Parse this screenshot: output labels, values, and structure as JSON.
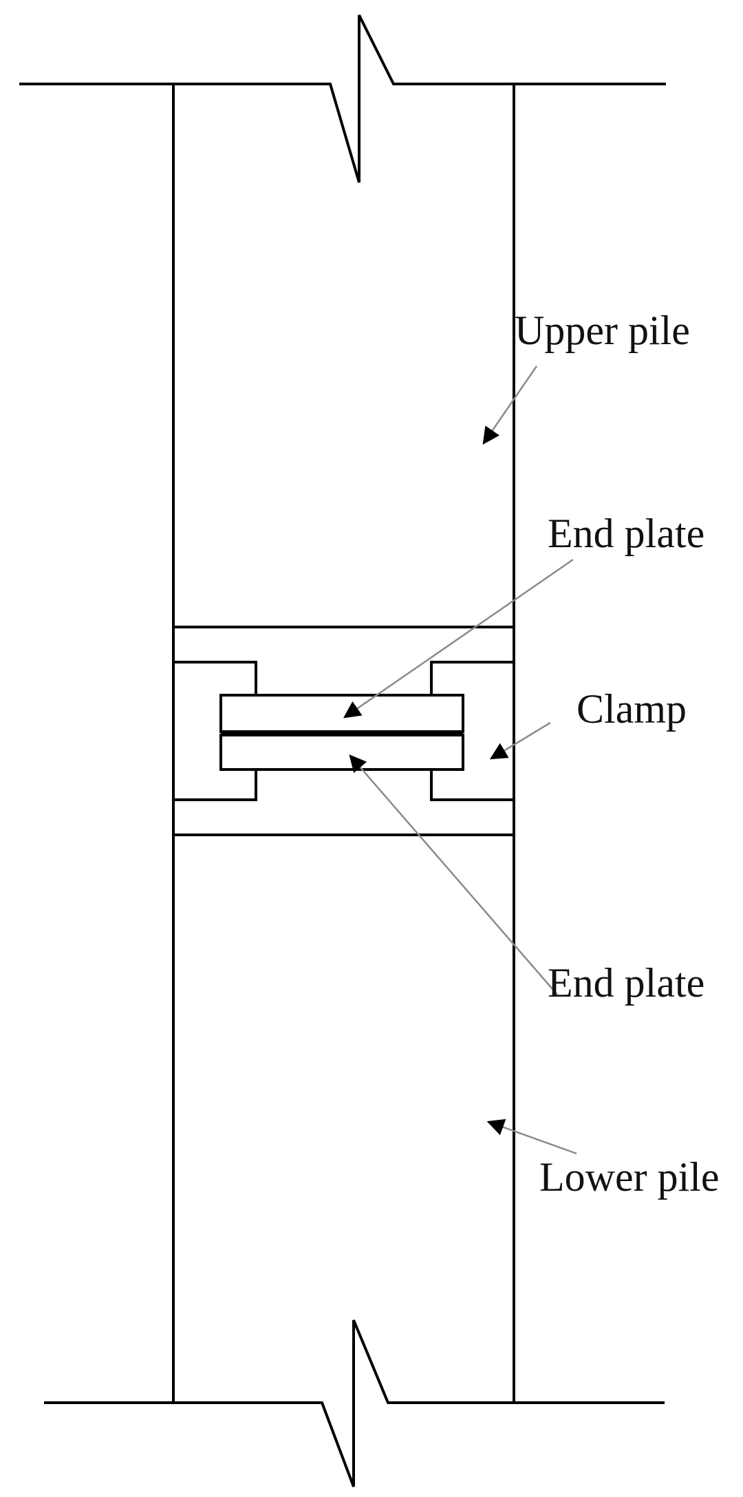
{
  "labels": {
    "upper_pile": "Upper pile",
    "end_plate_top": "End plate",
    "clamp": "Clamp",
    "end_plate_bottom": "End plate",
    "lower_pile": "Lower pile"
  },
  "colors": {
    "line": "#000000",
    "leader": "#8a8a8a",
    "text": "#111111",
    "background": "#ffffff"
  }
}
